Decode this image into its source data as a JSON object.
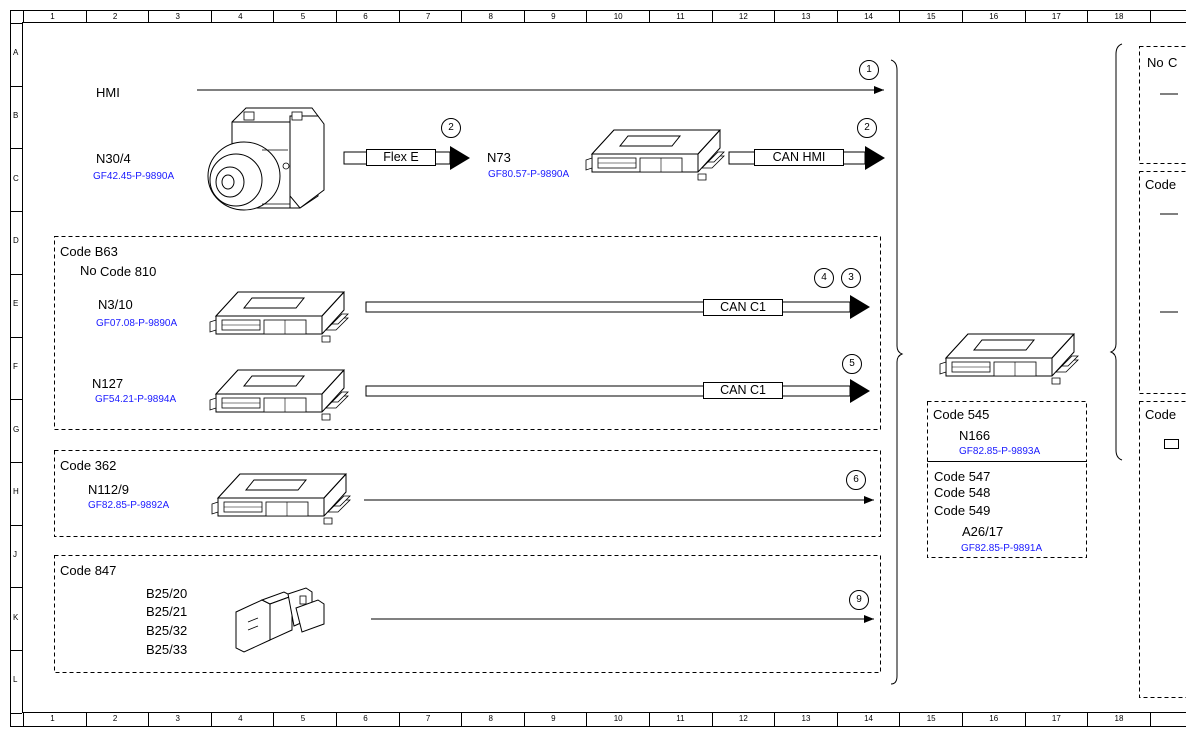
{
  "grid": {
    "columns": [
      "1",
      "2",
      "3",
      "4",
      "5",
      "6",
      "7",
      "8",
      "9",
      "10",
      "11",
      "12",
      "13",
      "14",
      "15",
      "16",
      "17",
      "18"
    ],
    "rows": [
      "A",
      "B",
      "C",
      "D",
      "E",
      "F",
      "G",
      "H",
      "J",
      "K",
      "L"
    ]
  },
  "hmi": {
    "label": "HMI",
    "ref": "1"
  },
  "n30_4": {
    "label": "N30/4",
    "link": "GF42.45-P-9890A",
    "bus": "Flex E",
    "ref": "2"
  },
  "n73": {
    "label": "N73",
    "link": "GF80.57-P-9890A",
    "bus": "CAN HMI",
    "ref": "2"
  },
  "group_b63": {
    "code": "Code B63",
    "no": "No",
    "subcode": "Code 810",
    "n3_10": {
      "label": "N3/10",
      "link": "GF07.08-P-9890A",
      "bus": "CAN C1",
      "ref_a": "4",
      "ref_b": "3"
    },
    "n127": {
      "label": "N127",
      "link": "GF54.21-P-9894A",
      "bus": "CAN C1",
      "ref": "5"
    }
  },
  "group_362": {
    "code": "Code 362",
    "n112_9": {
      "label": "N112/9",
      "link": "GF82.85-P-9892A",
      "ref": "6"
    }
  },
  "group_847": {
    "code": "Code 847",
    "sensors": [
      "B25/20",
      "B25/21",
      "B25/32",
      "B25/33"
    ],
    "ref": "9"
  },
  "target": {
    "code_545": "Code 545",
    "n166": {
      "label": "N166",
      "link": "GF82.85-P-9893A"
    },
    "codes": [
      "Code 547",
      "Code 548",
      "Code 549"
    ],
    "a26_17": {
      "label": "A26/17",
      "link": "GF82.85-P-9891A"
    }
  },
  "right_panel": {
    "no": "No",
    "partial_1": "C",
    "partial_2": "Code",
    "partial_3": "Code"
  }
}
